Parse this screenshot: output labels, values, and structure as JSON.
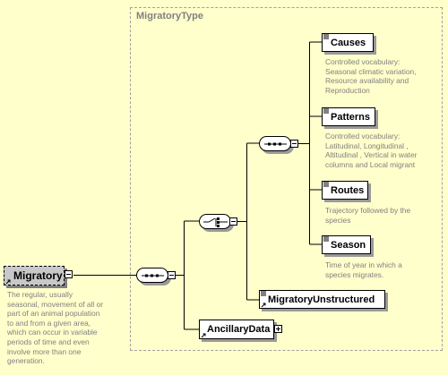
{
  "type_box": {
    "title": "MigratoryType"
  },
  "root": {
    "label": "Migratory",
    "doc": "The regular, usually\nseasonal, movement of all or\npart of an animal population\nto and from a given area,\nwhich can occur in variable\nperiods of time and even\ninvolve more than one\ngeneration."
  },
  "elements": {
    "causes": {
      "label": "Causes",
      "doc": "Controlled vocabulary:\nSeasonal climatic variation,\nResource availability and\nReproduction"
    },
    "patterns": {
      "label": "Patterns",
      "doc": "Controlled vocabulary:\nLatitudinal, Longitudinal ,\nAltitudinal , Vertical in water\ncolumns and Local migrant"
    },
    "routes": {
      "label": "Routes",
      "doc": "Trajectory followed by the\nspecies"
    },
    "season": {
      "label": "Season",
      "doc": "Time of year in which a\nspecies migrates."
    },
    "unstructured": {
      "label": "MigratoryUnstructured"
    },
    "ancillary": {
      "label": "AncillaryData"
    }
  }
}
